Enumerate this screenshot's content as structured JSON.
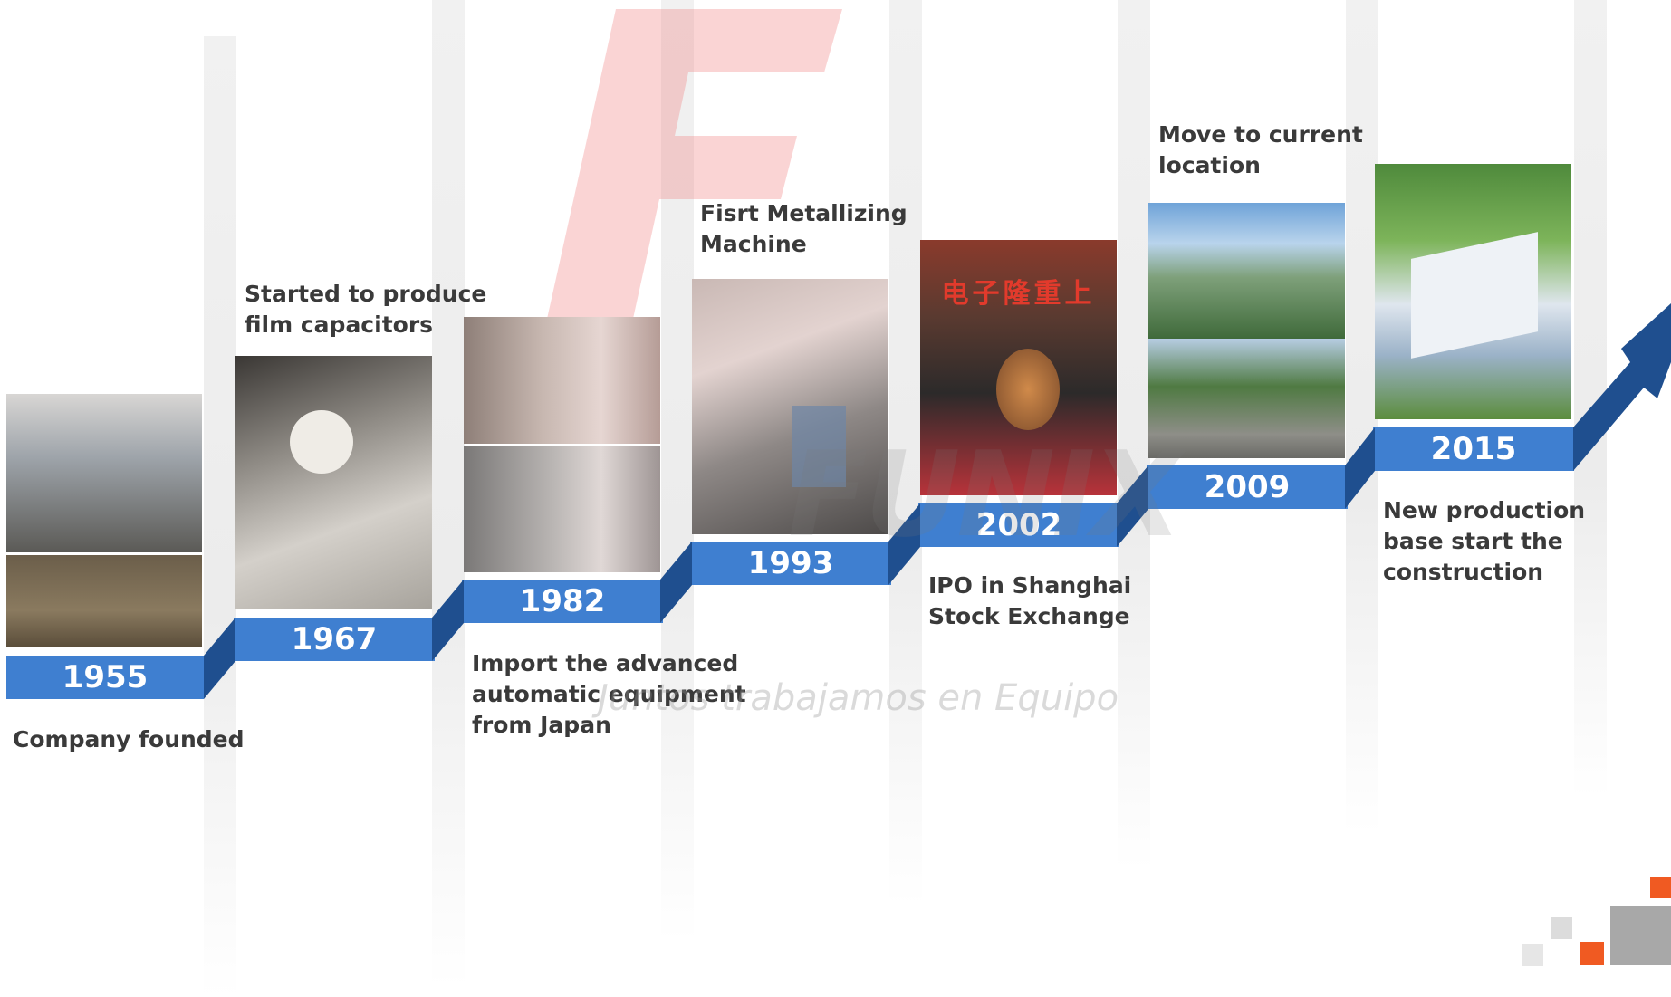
{
  "watermark": {
    "brand": "FUNIX",
    "slogan": "Juntos trabajamos en Equipo"
  },
  "colors": {
    "bar": "#3f7fd0",
    "bar_dark": "#1f4f8f",
    "watermark": "#f08080",
    "accent_orange": "#f05a22",
    "accent_gray": "#a8a8a8"
  },
  "timeline": [
    {
      "year": "1955",
      "caption": [
        "Company founded"
      ],
      "photo": "old street and workshop"
    },
    {
      "year": "1967",
      "caption": [
        "Started to produce",
        "film capacitors"
      ],
      "photo": "worker at machine"
    },
    {
      "year": "1982",
      "caption": [
        "Import the advanced",
        "automatic equipment",
        "from Japan"
      ],
      "photo": "factory equipment"
    },
    {
      "year": "1993",
      "caption": [
        "Fisrt Metallizing",
        "Machine"
      ],
      "photo": "metallizing machine"
    },
    {
      "year": "2002",
      "caption": [
        "IPO in Shanghai",
        "Stock Exchange"
      ],
      "photo": "gong ceremony",
      "banner_text": "电子隆重上"
    },
    {
      "year": "2009",
      "caption": [
        "Move to current",
        "location"
      ],
      "photo": "campus and gate"
    },
    {
      "year": "2015",
      "caption": [
        "New production",
        "base start the",
        "construction"
      ],
      "photo": "new factory rendering"
    }
  ]
}
